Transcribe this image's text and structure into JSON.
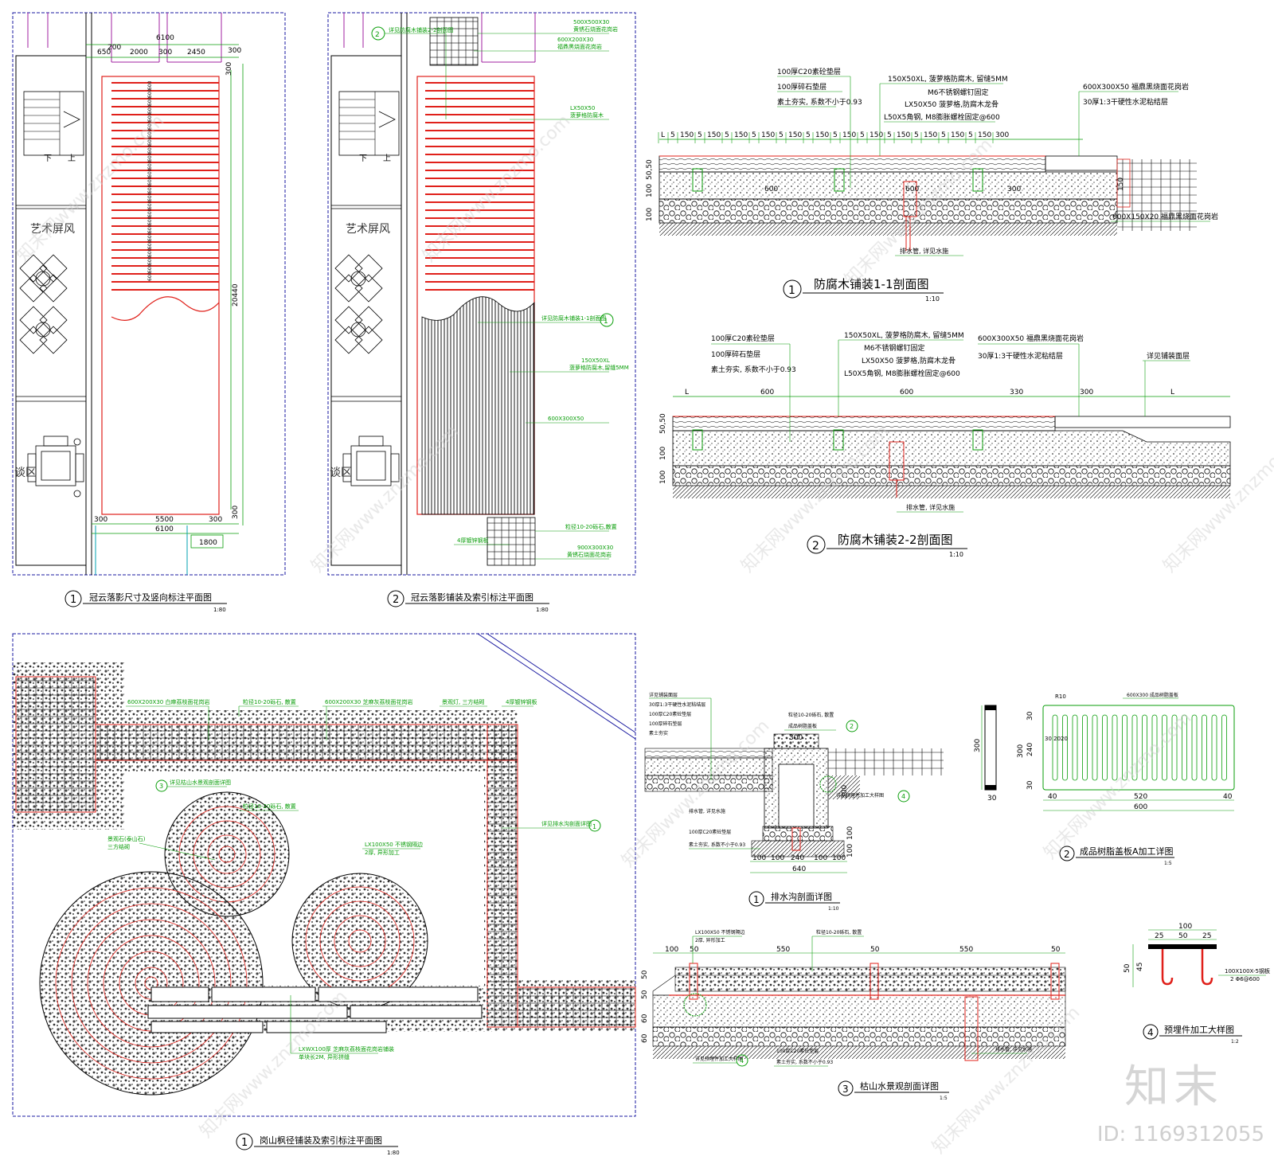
{
  "titles": {
    "plan1": "冠云落影尺寸及竖向标注平面图",
    "plan1_scale": "1:80",
    "plan2": "冠云落影铺装及索引标注平面图",
    "plan2_scale": "1:80",
    "sec11": "防腐木铺装1-1剖面图",
    "sec11_scale": "1:10",
    "sec22": "防腐木铺装2-2剖面图",
    "sec22_scale": "1:10",
    "path_plan": "岗山枫径铺装及索引标注平面图",
    "path_plan_scale": "1:80",
    "ditch": "排水沟剖面详图",
    "ditch_scale": "1:10",
    "cover": "成品树脂盖板A加工详图",
    "cover_scale": "1:5",
    "rock": "枯山水景观剖面详图",
    "rock_scale": "1:5",
    "embed": "预埋件加工大样图",
    "embed_scale": "1:2"
  },
  "nums": {
    "n1": "1",
    "n2": "2",
    "n3": "3",
    "n4": "4"
  },
  "plan1": {
    "screen": "艺术屏风",
    "stairs_down": "下",
    "stairs_up": "上",
    "zone": "谈区",
    "dim_top": [
      "650",
      "2000",
      "300",
      "2450",
      "300"
    ],
    "dim_top_total": "6100",
    "dim_top_sub": "200",
    "dim_side": "20440",
    "dim_side_top": "300",
    "dim_side_bot": "300",
    "dim_bot1": "5500",
    "dim_bot2": "6100",
    "dim_bot3": "1800",
    "dim_bot_l": "300",
    "dim_bot_r": "300",
    "plank_label": "600"
  },
  "plan2": {
    "screen": "艺术屏风",
    "stairs_down": "下",
    "stairs_up": "上",
    "zone": "谈区",
    "idx_top": "详见防腐木铺装2-2剖面图",
    "m1": "500X500X30",
    "m1b": "黄锈石烧面花岗岩",
    "m2": "600X200X30",
    "m2b": "福鼎黑烧面花岗岩",
    "m3": "LX50X50",
    "m3b": "菠萝格防腐木",
    "m4": "详见防腐木铺装1-1剖面图",
    "m5": "150X50XL",
    "m5b": "菠萝格防腐木,留缝5MM",
    "m6": "600X300X50",
    "m6b": "福鼎黑烧面花岗岩",
    "m7": "4厚镀锌钢板",
    "m8": "粒径10-20砾石,散置",
    "m9": "900X300X30",
    "m9b": "黄锈石烧面花岗岩"
  },
  "sec11": {
    "c1": "100厚C20素砼垫层",
    "c2": "100厚碎石垫层",
    "c3": "素土夯实, 系数不小于0.93",
    "c4": "150X50XL, 菠萝格防腐木, 留缝5MM",
    "c5": "M6不锈钢螺钉固定",
    "c6": "LX50X50  菠萝格,防腐木龙骨",
    "c7": "L50X5角钢, M8膨胀螺栓固定@600",
    "c8": "600X300X50  福鼎黑烧面花岗岩",
    "c9": "30厚1:3干硬性水泥粘结层",
    "c10": "600X150X20  福鼎黑烧面花岗岩",
    "c11": "排水管, 详见水施",
    "dims": [
      "L",
      "5",
      "150",
      "5",
      "150",
      "5",
      "150",
      "5",
      "150",
      "5",
      "150",
      "5",
      "150",
      "5",
      "150",
      "5",
      "150",
      "5",
      "150",
      "5",
      "150",
      "5",
      "150",
      "5",
      "150",
      "300"
    ],
    "d600": "600",
    "d300": "300",
    "v1": "50,50",
    "v2": "100",
    "v3": "100",
    "v4": "150"
  },
  "sec22": {
    "c1": "100厚C20素砼垫层",
    "c2": "100厚碎石垫层",
    "c3": "素土夯实, 系数不小于0.93",
    "c4": "150X50XL, 菠萝格防腐木, 留缝5MM",
    "c5": "M6不锈钢螺钉固定",
    "c6": "LX50X50  菠萝格,防腐木龙骨",
    "c7": "L50X5角钢, M8膨胀螺栓固定@600",
    "c8": "600X300X50  福鼎黑烧面花岗岩",
    "c9": "30厚1:3干硬性水泥粘结层",
    "c10": "详见铺装面层",
    "c11": "排水管, 详见水施",
    "dL": "L",
    "d1": "600",
    "d2": "600",
    "d3": "330",
    "d4": "300",
    "dL2": "L",
    "v1": "50,50",
    "v2": "100",
    "v3": "100"
  },
  "path": {
    "a1": "600X200X30  白麻荔枝面花岗岩",
    "a2": "粒径10-20砾石, 散置",
    "a3": "600X200X30  芝麻灰荔枝面花岗岩",
    "a4": "景观灯, 三方结砌",
    "a5": "4厚镀锌钢板",
    "a6": "详见枯山水景观剖面详图",
    "a7": "粒径10-20砾石, 散置",
    "a8": "景观石(泰山石)",
    "a8b": "三方结砌",
    "a9": "LX100X50  不锈钢隔边",
    "a9b": "2厚, 异形加工",
    "a10": "详见排水沟剖面详图",
    "a11": "LXWX100厚  芝麻灰荔枝面花岗岩铺装",
    "a11b": "单块长2M, 异形拼缝"
  },
  "ditch": {
    "c1": "详见铺装面层",
    "c2": "30厚1:3干硬性水泥粘结层",
    "c3": "100厚C20素砼垫层",
    "c4": "100厚碎石垫层",
    "c5": "素土夯实",
    "c6": "粒径10-20砾石, 散置",
    "c7": "成品树脂盖板",
    "c8": "详见预埋件加工大样图",
    "c9": "排水管, 详见水施",
    "c10": "100厚C20素砼垫层",
    "c11": "素土夯实, 系数不小于0.93",
    "dims": [
      "100",
      "100",
      "240",
      "100",
      "100"
    ],
    "dtot": "640",
    "d300": "300",
    "d300b": "300",
    "v1": "100",
    "v2": "100"
  },
  "cover": {
    "label": "600X300  成品树脂盖板",
    "r": "R10",
    "h1": "300",
    "h2": "300",
    "h3": "30",
    "h4": "240",
    "h5": "30",
    "w1": "40",
    "w2": "520",
    "w3": "40",
    "wt": "600",
    "s": "30",
    "mid": "30 2020"
  },
  "rock": {
    "c1": "LX100X50  不锈钢隔边",
    "c1b": "2厚, 异形加工",
    "c2": "粒径10-20砾石, 散置",
    "c3": "排水管, 详见水施",
    "c4": "详见预埋件加工大样图",
    "c5": "100厚C20素砼垫层",
    "c6": "素土夯实, 系数不小于0.93",
    "dims": [
      "100",
      "50",
      "550",
      "50",
      "550",
      "50"
    ],
    "v1": "50",
    "v2": "50",
    "v3": "60",
    "v4": "60"
  },
  "embed": {
    "w": "100",
    "a": "25",
    "b": "50",
    "c": "25",
    "h1": "50",
    "h2": "45",
    "label": "100X100X-5钢板",
    "label2": "2 Φ6@600"
  },
  "watermark": {
    "logo": "知末",
    "id": "ID: 1169312055",
    "site": "znzmo.com",
    "site_cn": "知末网www.znzmo.com"
  },
  "colors": {
    "red": "#e0201a",
    "green": "#0a9e0a",
    "blue": "#1a1aa0",
    "magenta": "#a020a0",
    "cyan": "#00a0b0"
  }
}
